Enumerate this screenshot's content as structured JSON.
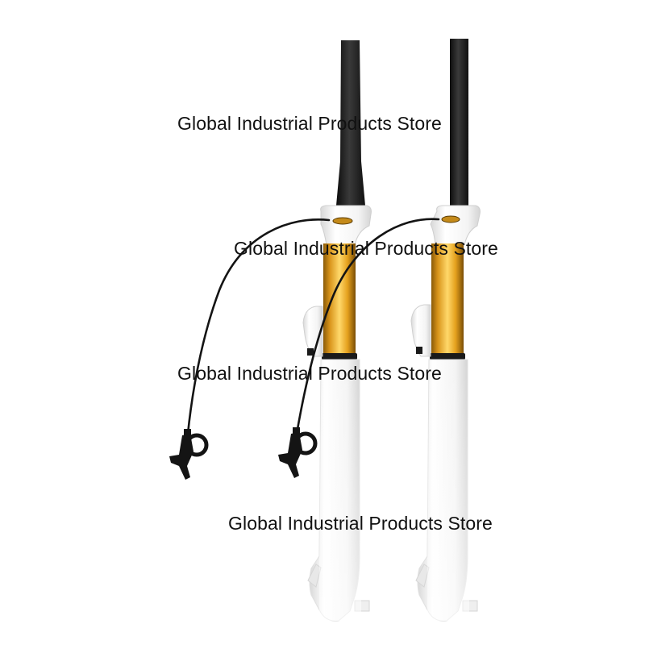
{
  "product": {
    "name": "air suspension fork with remote lockout lever",
    "view": "two forks, side by side",
    "colors": {
      "steerer": "#1f1f1f",
      "stanchion": "#e2a21c",
      "lowers": "#f7f7f7",
      "cable": "#141414",
      "background": "#ffffff"
    }
  },
  "watermarks": [
    "Global Industrial Products Store",
    "Global Industrial Products Store",
    "Global Industrial Products Store",
    "Global Industrial Products Store"
  ]
}
